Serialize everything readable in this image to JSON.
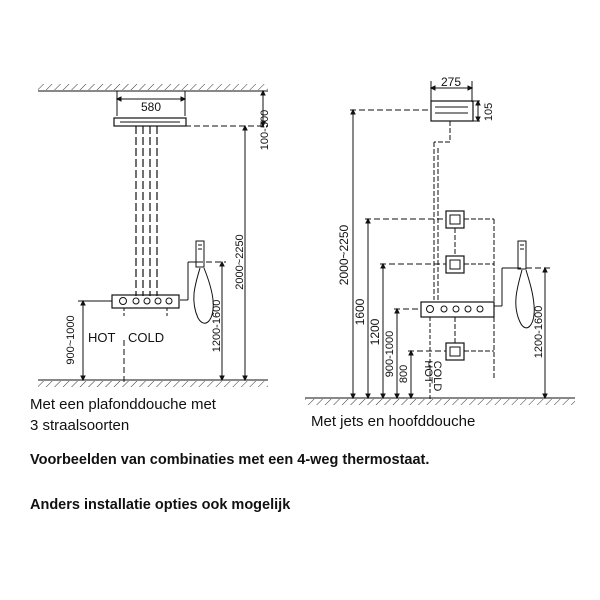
{
  "left_diagram": {
    "dim_width": "580",
    "dim_ceiling": "100-500",
    "dim_total_height": "2000~2250",
    "dim_mixer_height": "900~1000",
    "dim_hand_shower": "1200-1600",
    "label_hot": "HOT",
    "label_cold": "COLD",
    "caption_line1": "Met een plafonddouche met",
    "caption_line2": "3 straalsoorten"
  },
  "right_diagram": {
    "dim_width": "275",
    "dim_depth": "105",
    "dim_total_height": "2000~2250",
    "dim_1600": "1600",
    "dim_1200": "1200",
    "dim_mixer_height": "900-1000",
    "dim_800": "800",
    "label_hot": "HOT",
    "label_cold": "COLD",
    "dim_hand_shower": "1200-1600",
    "caption": "Met jets en hoofddouche"
  },
  "footer": {
    "line1": "Voorbeelden van combinaties met een 4-weg thermostaat.",
    "line2": "Anders installatie opties ook mogelijk"
  }
}
